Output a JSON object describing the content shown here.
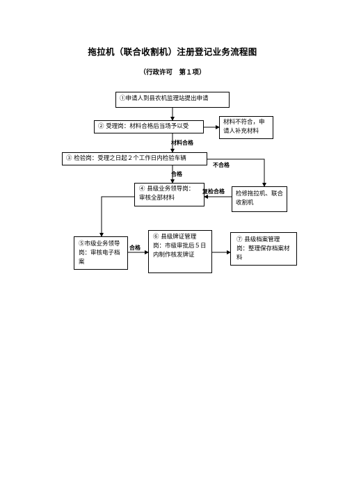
{
  "title": "拖拉机（联合收割机）注册登记业务流程图",
  "subtitle": "（行政许可　第１项）",
  "steps": {
    "s1": "①申请人到县农机监理站提出申请",
    "s2": "② 受理岗：材料合格后当场予以受",
    "s2_reject": "材料不符合，申请人补充材料",
    "s3": "③ 检验岗：受理之日起２个工作日内检验车辆",
    "s4": "④ 县级业务领导岗：审核全部材料",
    "s4_repair": "检修拖拉机、联合收割机",
    "s5": "⑤市级业务领导岗：审核电子档案",
    "s6": "⑥ 县级牌证管理岗：市级审批后５日内制作核发牌证",
    "s7": "⑦ 县级档案管理岗：整理保存档案材料"
  },
  "labels": {
    "material_ok": "材料合格",
    "pass": "合格",
    "fail": "不合格",
    "recheck_pass": "复检合格",
    "pass2": "合格"
  }
}
